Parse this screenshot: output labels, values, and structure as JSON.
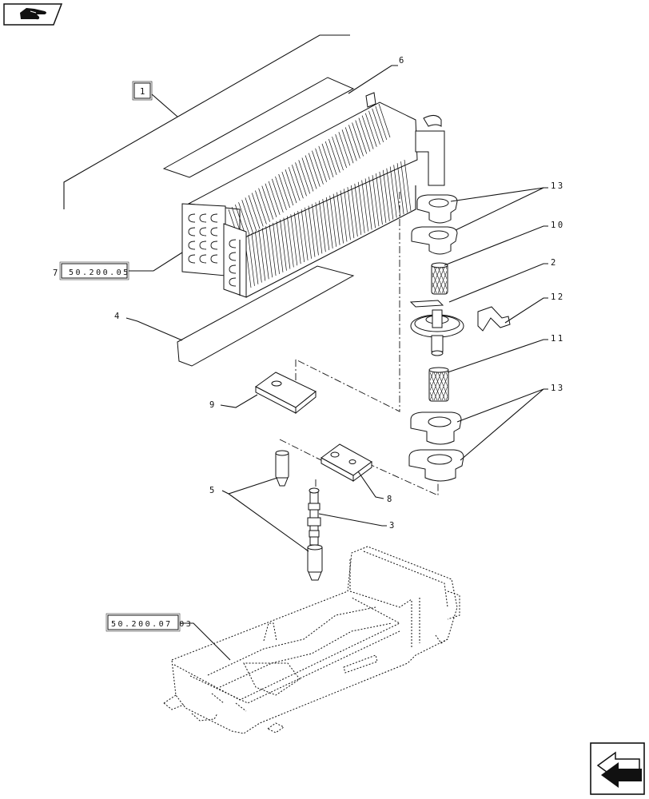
{
  "nav": {
    "prev_icon": "hand-pointing-icon",
    "next_icon": "arrow-back-icon"
  },
  "group_ref": "1",
  "refs": {
    "core_ref": "50.200.05",
    "core_ref_prefix": "7",
    "cab_ref": "50.200.07 03"
  },
  "callouts": {
    "c6": "6",
    "c13a": "13",
    "c10": "10",
    "c2": "2",
    "c12": "12",
    "c11": "11",
    "c13b": "13",
    "c4": "4",
    "c9": "9",
    "c5": "5",
    "c8": "8",
    "c3": "3"
  }
}
